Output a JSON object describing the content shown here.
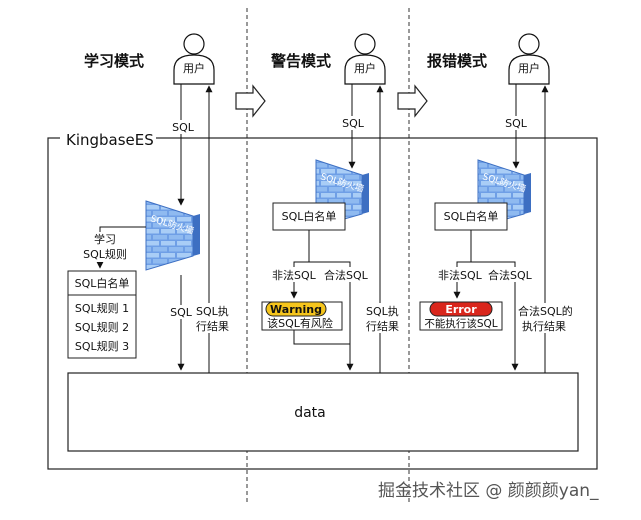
{
  "modes": [
    {
      "title": "学习模式",
      "user": "用户",
      "sql_in": "SQL",
      "firewall": "SQL防火墙",
      "learn_label": [
        "学习",
        "SQL规则"
      ],
      "whitelist": "SQL白名单",
      "rules": [
        "SQL规则 1",
        "SQL规则 2",
        "SQL规则 3"
      ],
      "sql_down": "SQL",
      "result": [
        "SQL执",
        "行结果"
      ]
    },
    {
      "title": "警告模式",
      "user": "用户",
      "sql_in": "SQL",
      "firewall": "SQL防火墙",
      "whitelist": "SQL白名单",
      "illegal": "非法SQL",
      "legal": "合法SQL",
      "badge": "Warning",
      "badge_desc": "该SQL有风险",
      "result": [
        "SQL执",
        "行结果"
      ]
    },
    {
      "title": "报错模式",
      "user": "用户",
      "sql_in": "SQL",
      "firewall": "SQL防火墙",
      "whitelist": "SQL白名单",
      "illegal": "非法SQL",
      "legal": "合法SQL",
      "badge": "Error",
      "badge_desc": "不能执行该SQL",
      "result": [
        "合法SQL的",
        "执行结果"
      ]
    }
  ],
  "system_label": "KingbaseES",
  "data_label": "data",
  "watermark": "掘金技术社区 @ 颜颜颜yan_",
  "colors": {
    "firewall_dark": "#4a7fd4",
    "firewall_light": "#9cc3f2",
    "warning": "#f5c51c",
    "error": "#d9261c"
  }
}
